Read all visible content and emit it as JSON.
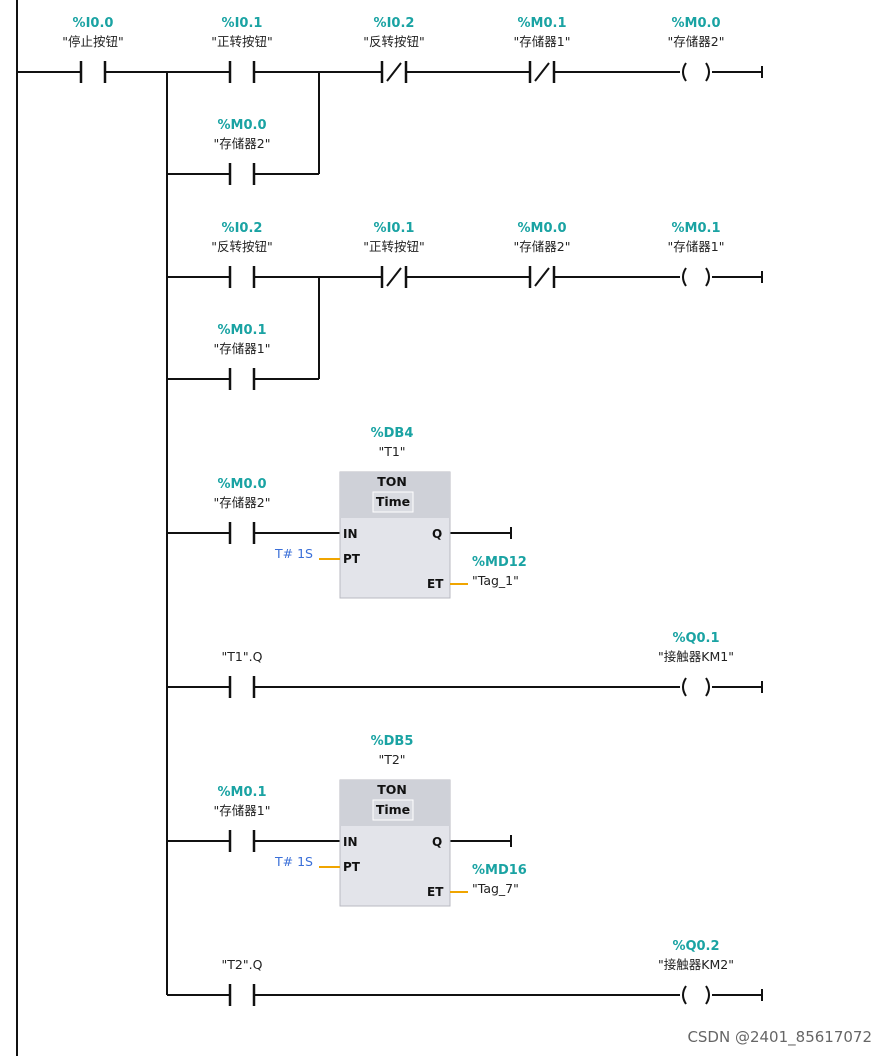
{
  "colors": {
    "address": "#1aa3a3",
    "wire": "#111111",
    "preset": "#3a6fd8",
    "pin_wire": "#f0a500",
    "block_fill": "#e3e4ea",
    "block_header": "#cfd1d8"
  },
  "elements": [
    {
      "id": "e1",
      "kind": "no-contact",
      "address": "%I0.0",
      "tag": "\"停止按钮\"",
      "icon": "no-contact-icon"
    },
    {
      "id": "e2",
      "kind": "no-contact",
      "address": "%I0.1",
      "tag": "\"正转按钮\"",
      "icon": "no-contact-icon"
    },
    {
      "id": "e3",
      "kind": "nc-contact",
      "address": "%I0.2",
      "tag": "\"反转按钮\"",
      "icon": "nc-contact-icon"
    },
    {
      "id": "e4",
      "kind": "nc-contact",
      "address": "%M0.1",
      "tag": "\"存储器1\"",
      "icon": "nc-contact-icon"
    },
    {
      "id": "e5",
      "kind": "coil",
      "address": "%M0.0",
      "tag": "\"存储器2\"",
      "icon": "coil-icon"
    },
    {
      "id": "e6",
      "kind": "no-contact",
      "address": "%M0.0",
      "tag": "\"存储器2\"",
      "icon": "no-contact-icon"
    },
    {
      "id": "e7",
      "kind": "no-contact",
      "address": "%I0.2",
      "tag": "\"反转按钮\"",
      "icon": "no-contact-icon"
    },
    {
      "id": "e8",
      "kind": "nc-contact",
      "address": "%I0.1",
      "tag": "\"正转按钮\"",
      "icon": "nc-contact-icon"
    },
    {
      "id": "e9",
      "kind": "nc-contact",
      "address": "%M0.0",
      "tag": "\"存储器2\"",
      "icon": "nc-contact-icon"
    },
    {
      "id": "e10",
      "kind": "coil",
      "address": "%M0.1",
      "tag": "\"存储器1\"",
      "icon": "coil-icon"
    },
    {
      "id": "e11",
      "kind": "no-contact",
      "address": "%M0.1",
      "tag": "\"存储器1\"",
      "icon": "no-contact-icon"
    },
    {
      "id": "e12",
      "kind": "no-contact",
      "address": "%M0.0",
      "tag": "\"存储器2\"",
      "icon": "no-contact-icon"
    },
    {
      "id": "e13",
      "kind": "no-contact",
      "address": "",
      "tag": "\"T1\".Q",
      "icon": "no-contact-icon"
    },
    {
      "id": "e14",
      "kind": "coil",
      "address": "%Q0.1",
      "tag": "\"接触器KM1\"",
      "icon": "coil-icon"
    },
    {
      "id": "e15",
      "kind": "no-contact",
      "address": "%M0.1",
      "tag": "\"存储器1\"",
      "icon": "no-contact-icon"
    },
    {
      "id": "e16",
      "kind": "no-contact",
      "address": "",
      "tag": "\"T2\".Q",
      "icon": "no-contact-icon"
    },
    {
      "id": "e17",
      "kind": "coil",
      "address": "%Q0.2",
      "tag": "\"接触器KM2\"",
      "icon": "coil-icon"
    }
  ],
  "timers": [
    {
      "id": "t1",
      "db": "%DB4",
      "name": "\"T1\"",
      "type": "TON",
      "subtype": "Time",
      "pins": {
        "in": "IN",
        "q": "Q",
        "pt": "PT",
        "et": "ET"
      },
      "preset": "T# 1S",
      "et_address": "%MD12",
      "et_tag": "\"Tag_1\""
    },
    {
      "id": "t2",
      "db": "%DB5",
      "name": "\"T2\"",
      "type": "TON",
      "subtype": "Time",
      "pins": {
        "in": "IN",
        "q": "Q",
        "pt": "PT",
        "et": "ET"
      },
      "preset": "T# 1S",
      "et_address": "%MD16",
      "et_tag": "\"Tag_7\""
    }
  ],
  "watermark": "CSDN @2401_85617072"
}
